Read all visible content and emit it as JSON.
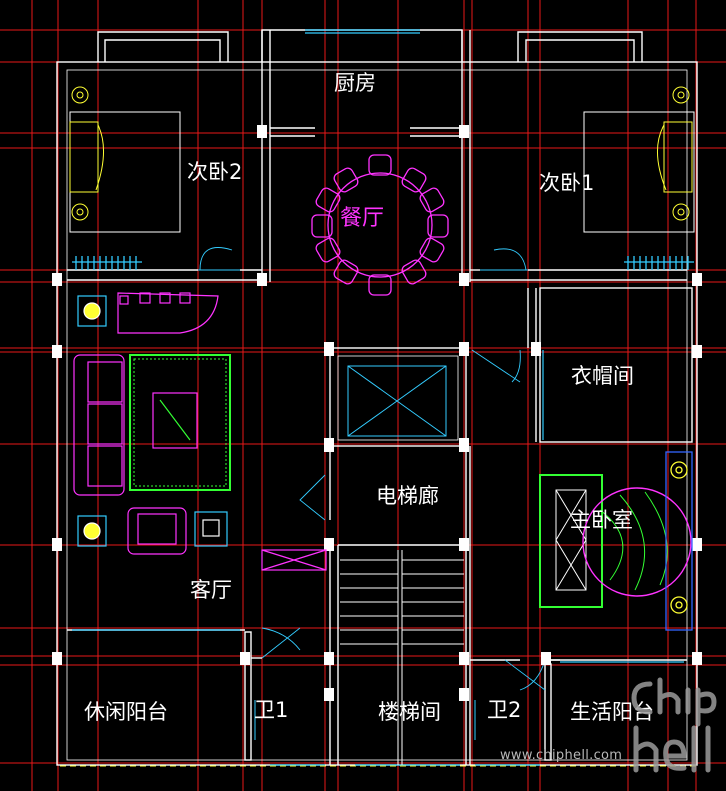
{
  "rooms": {
    "kitchen": "厨房",
    "dining": "餐厅",
    "bedroom2": "次卧2",
    "bedroom1": "次卧1",
    "cloakroom": "衣帽间",
    "elevator_hall": "电梯廊",
    "master_bedroom": "主卧室",
    "living_room": "客厅",
    "leisure_balcony": "休闲阳台",
    "bath1": "卫1",
    "stairwell": "楼梯间",
    "bath2": "卫2",
    "service_balcony": "生活阳台"
  },
  "watermark": {
    "url": "www.chiphell.com",
    "logo_text": "chiphell"
  },
  "colors": {
    "background": "#000000",
    "walls": "#ffffff",
    "grid": "#ff2020",
    "furniture_magenta": "#ff33ff",
    "furniture_cyan": "#33ccff",
    "carpet_green": "#33ff33",
    "bed_yellow": "#ffff33"
  }
}
